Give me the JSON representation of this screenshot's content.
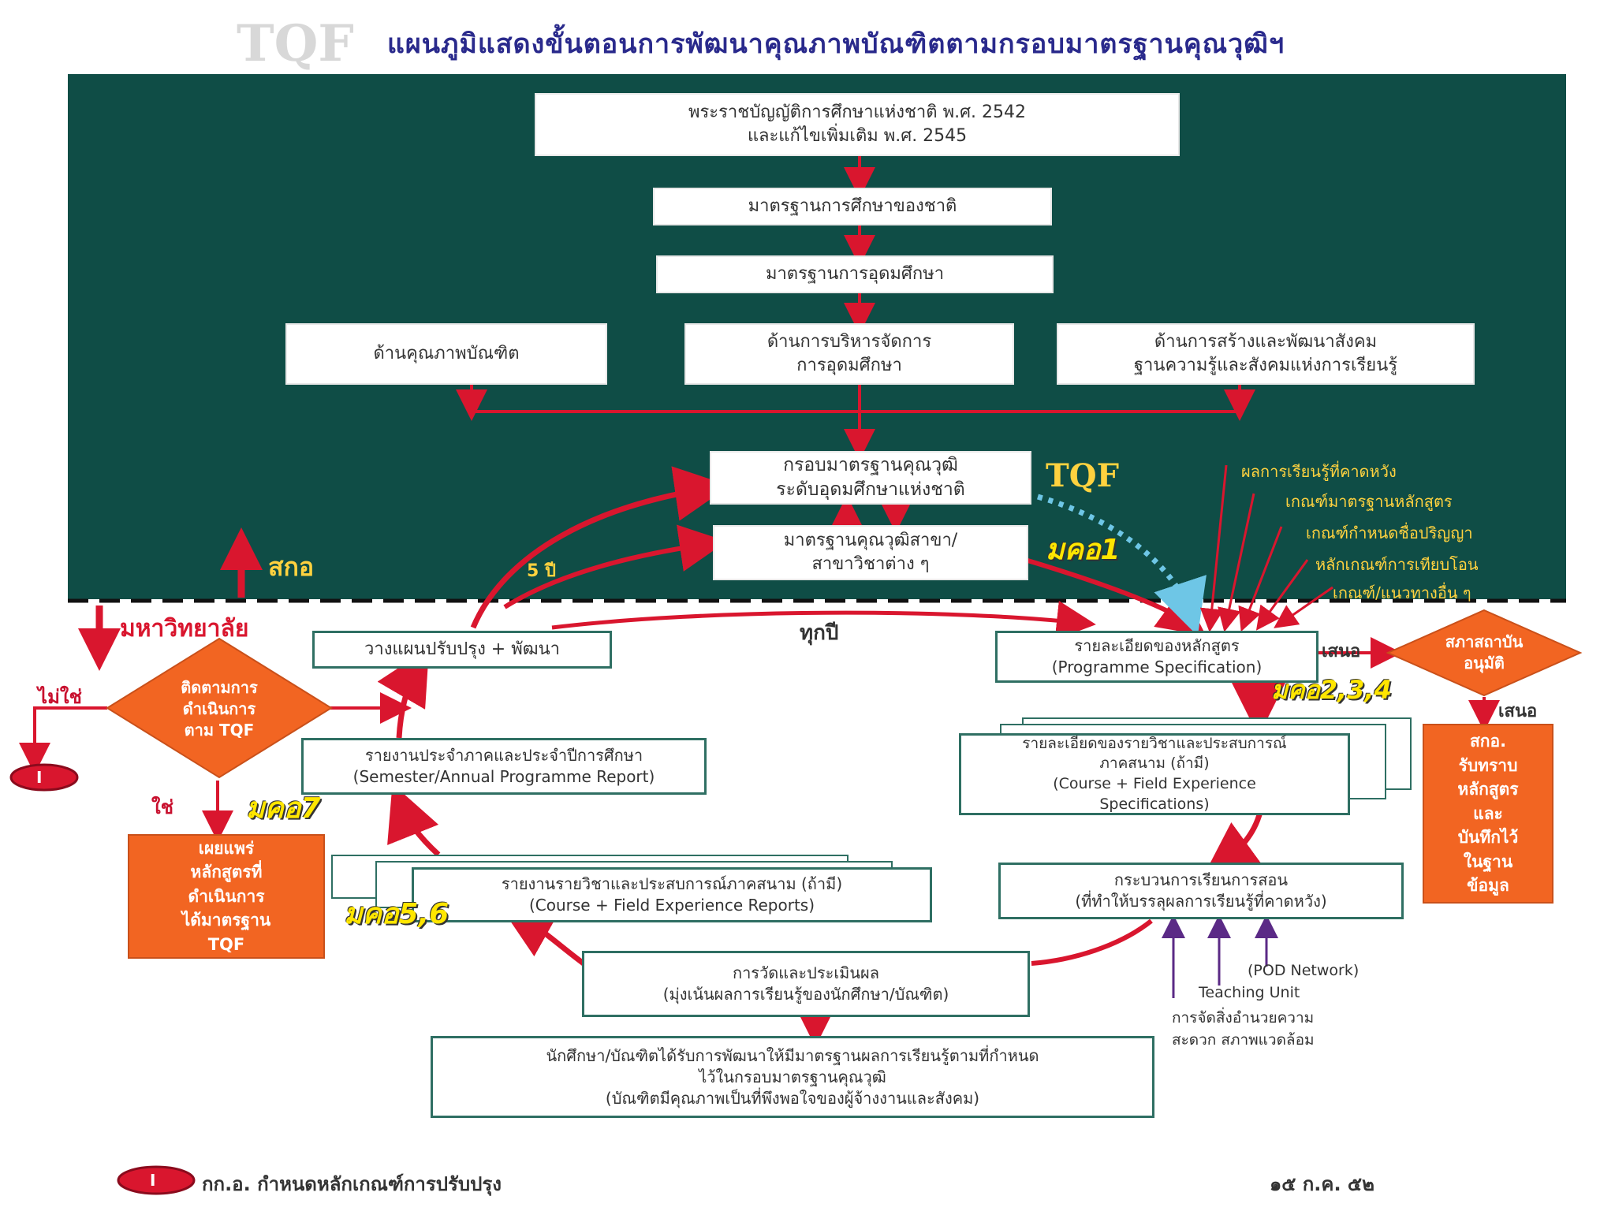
{
  "title": "แผนภูมิแสดงขั้นตอนการพัฒนาคุณภาพบัณฑิตตามกรอบมาตรฐานคุณวุฒิฯ",
  "watermark": "TQF",
  "colors": {
    "panel": "#0f4d46",
    "arrow_red": "#d9162e",
    "orange": "#f26522",
    "yellow_label": "#ffe600",
    "dotted_blue": "#6ec6e6",
    "purple": "#5b2a86"
  },
  "top": {
    "act": [
      "พระราชบัญญัติการศึกษาแห่งชาติ พ.ศ. 2542",
      "และแก้ไขเพิ่มเติม พ.ศ. 2545"
    ],
    "national_standard": "มาตรฐานการศึกษาของชาติ",
    "higher_ed_standard": "มาตรฐานการอุดมศึกษา",
    "aspects": {
      "graduate_quality": "ด้านคุณภาพบัณฑิต",
      "management": [
        "ด้านการบริหารจัดการ",
        "การอุดมศึกษา"
      ],
      "society": [
        "ด้านการสร้างและพัฒนาสังคม",
        "ฐานความรู้และสังคมแห่งการเรียนรู้"
      ]
    },
    "framework": [
      "กรอบมาตรฐานคุณวุฒิ",
      "ระดับอุดมศึกษาแห่งชาติ"
    ],
    "tqf_label": "TQF",
    "field_standard": [
      "มาตรฐานคุณวุฒิสาขา/",
      "สาขาวิชาต่าง ๆ"
    ],
    "mko1": "มคอ1",
    "five_years": "5 ปี",
    "ohec": "สกอ",
    "criteria": [
      "ผลการเรียนรู้ที่คาดหวัง",
      "เกณฑ์มาตรฐานหลักสูตร",
      "เกณฑ์กำหนดชื่อปริญญา",
      "หลักเกณฑ์การเทียบโอน",
      "เกณฑ์/แนวทางอื่น ๆ"
    ]
  },
  "university": "มหาวิทยาลัย",
  "every_year": "ทุกปี",
  "plan": "วางแผนปรับปรุง + พัฒนา",
  "monitor": [
    "ติดตามการ",
    "ดำเนินการ",
    "ตาม TQF"
  ],
  "no_label": "ไม่ใช่",
  "yes_label": "ใช่",
  "circle_one": "I",
  "publish": [
    "เผยแพร่",
    "หลักสูตรที่",
    "ดำเนินการ",
    "ได้มาตรฐาน",
    "TQF"
  ],
  "annual_report": [
    "รายงานประจำภาคและประจำปีการศึกษา",
    "(Semester/Annual Programme Report)"
  ],
  "mko7": "มคอ7",
  "course_reports": [
    "รายงานรายวิชาและประสบการณ์ภาคสนาม (ถ้ามี)",
    "(Course + Field Experience Reports)"
  ],
  "mko56": "มคอ5,6",
  "programme_spec": [
    "รายละเอียดของหลักสูตร",
    "(Programme Specification)"
  ],
  "propose": "เสนอ",
  "council": [
    "สภาสถาบัน",
    "อนุมัติ"
  ],
  "propose2": "เสนอ",
  "ohec_ack": [
    "สกอ.",
    "รับทราบ",
    "หลักสูตร",
    "และ",
    "บันทึกไว้",
    "ในฐาน",
    "ข้อมูล"
  ],
  "mko234": "มคอ2,3,4",
  "course_spec": [
    "รายละเอียดของรายวิชาและประสบการณ์",
    "ภาคสนาม (ถ้ามี)",
    "(Course + Field Experience",
    "Specifications)"
  ],
  "teaching": [
    "กระบวนการเรียนการสอน",
    "(ที่ทำให้บรรลุผลการเรียนรู้ที่คาดหวัง)"
  ],
  "support": [
    "(POD Network)",
    "Teaching Unit",
    "การจัดสิ่งอำนวยความ",
    "สะดวก สภาพแวดล้อม"
  ],
  "assessment": [
    "การวัดและประเมินผล",
    "(มุ่งเน้นผลการเรียนรู้ของนักศึกษา/บัณฑิต)"
  ],
  "outcome": [
    "นักศึกษา/บัณฑิตได้รับการพัฒนาให้มีมาตรฐานผลการเรียนรู้ตามที่กำหนด",
    "ไว้ในกรอบมาตรฐานคุณวุฒิ",
    "(บัณฑิตมีคุณภาพเป็นที่พึงพอใจของผู้จ้างงานและสังคม)"
  ],
  "footnote": "กก.อ. กำหนดหลักเกณฑ์การปรับปรุง",
  "date": "๑๕ ก.ค. ๕๒"
}
